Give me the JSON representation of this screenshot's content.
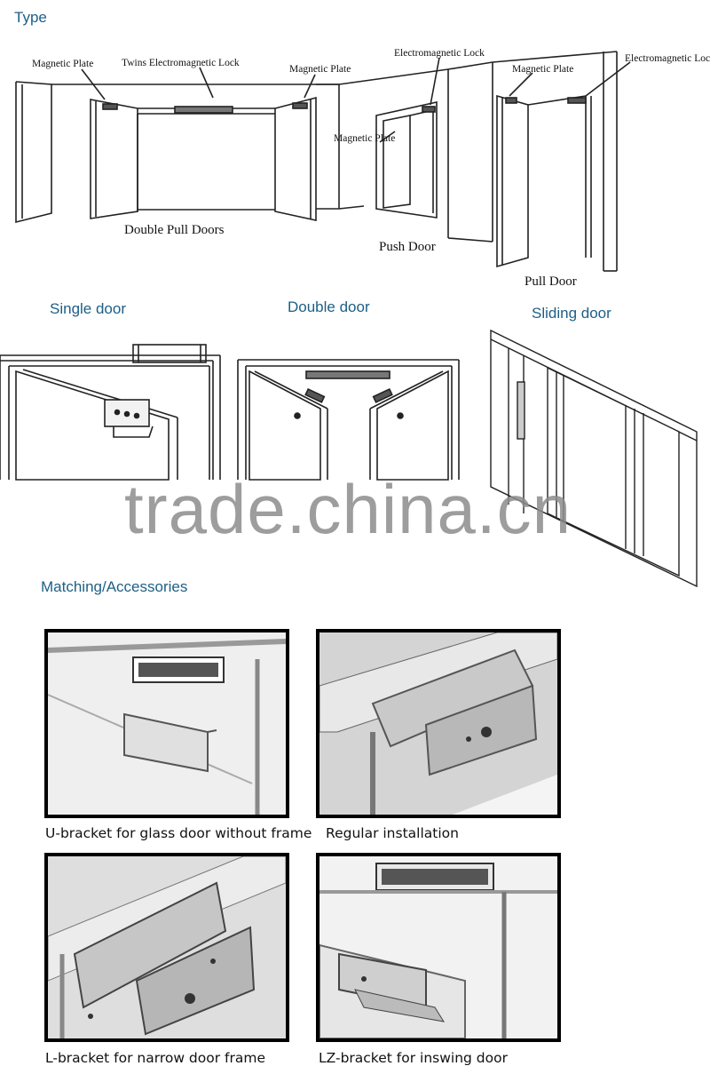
{
  "sections": {
    "type": "Type",
    "single": "Single   door",
    "double": "Double   door",
    "sliding": "Sliding   door",
    "matching": "Matching/Accessories"
  },
  "labels": {
    "magnetic_plate_1": "Magnetic Plate",
    "twins_lock": "Twins Electromagnetic Lock",
    "magnetic_plate_2": "Magnetic Plate",
    "electromagnetic_lock_1": "Electromagnetic Lock",
    "magnetic_plate_3": "Magnetic Plate",
    "magnetic_plate_4": "Magnetic Plate",
    "electromagnetic_lock_2": "Electromagnetic Lock"
  },
  "door_captions": {
    "double_pull": "Double Pull Doors",
    "push": "Push Door",
    "pull": "Pull Door"
  },
  "watermark": "trade.china.cn",
  "accessories": [
    {
      "caption": "U-bracket for glass door without frame"
    },
    {
      "caption": "Regular installation"
    },
    {
      "caption": "L-bracket for narrow door frame"
    },
    {
      "caption": "LZ-bracket for inswing door"
    }
  ]
}
